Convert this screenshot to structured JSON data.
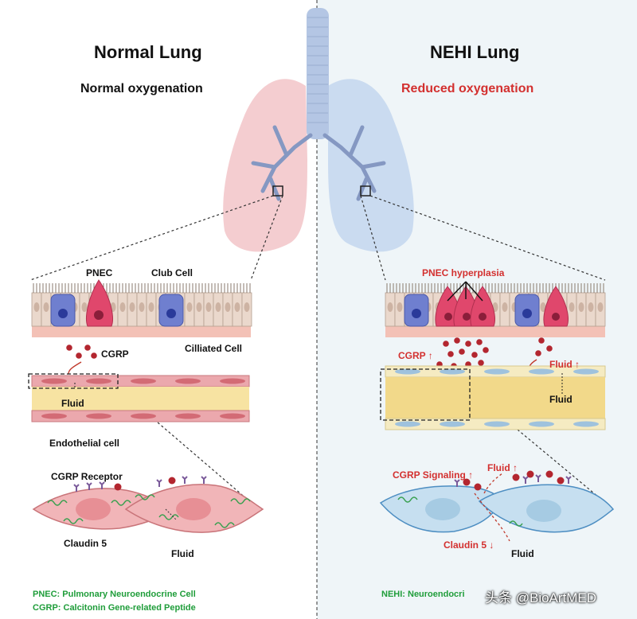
{
  "left": {
    "title": "Normal Lung",
    "subtitle": "Normal oxygenation",
    "labels": {
      "pnec": "PNEC",
      "club": "Club Cell",
      "ciliated": "Cilliated Cell",
      "cgrp": "CGRP",
      "fluid_vessel": "Fluid",
      "endothelial": "Endothelial cell",
      "receptor": "CGRP Receptor",
      "claudin": "Claudin 5",
      "fluid_cells": "Fluid"
    },
    "footnotes": [
      "PNEC: Pulmonary Neuroendocrine Cell",
      "CGRP: Calcitonin Gene-related Peptide"
    ]
  },
  "right": {
    "title": "NEHI Lung",
    "subtitle": "Reduced oxygenation",
    "labels": {
      "hyperplasia": "PNEC hyperplasia",
      "cgrp": "CGRP",
      "fluid_up": "Fluid",
      "fluid_vessel": "Fluid",
      "signaling": "CGRP Signaling",
      "fluid_cells_up": "Fluid",
      "claudin": "Claudin 5",
      "fluid_cells": "Fluid"
    },
    "footnote": "NEHI: Neuroendocri",
    "arrow_up": "↑",
    "arrow_down": "↓"
  },
  "watermark": "头条 @BioArtMED",
  "colors": {
    "normal_lung": "#f2c4c8",
    "nehi_lung": "#c3d6ef",
    "trachea": "#b4c6e4",
    "vessel_wall_normal": "#eba8ad",
    "vessel_wall_nehi": "#cfe3ef",
    "lumen": "#f7e3a2",
    "pnec": "#e0476c",
    "club": "#6f7fcf",
    "ciliated": "#ead8cc",
    "cgrp_dot": "#b3262f",
    "accent_red": "#d3302f",
    "footnote_green": "#1f9d3a"
  }
}
